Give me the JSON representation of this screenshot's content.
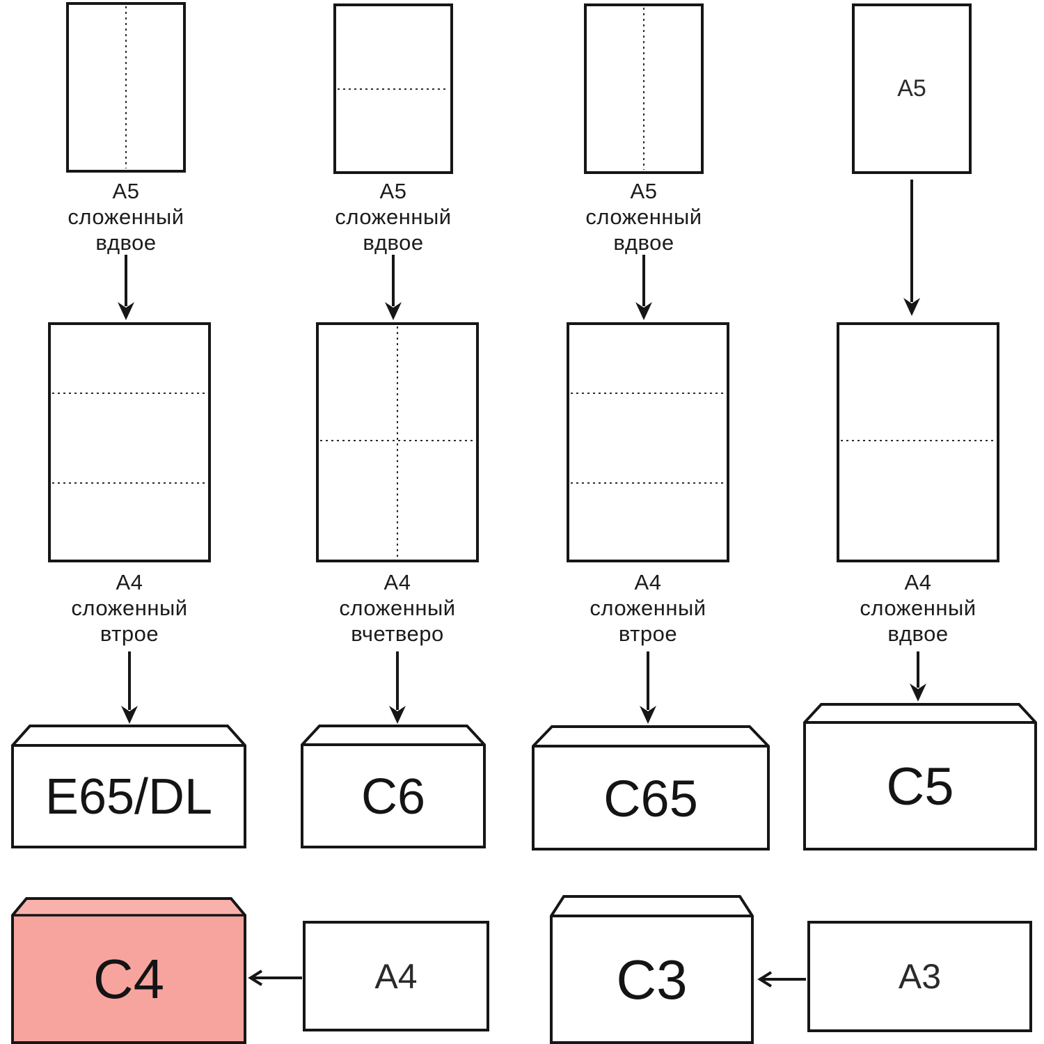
{
  "row1": {
    "sheets": [
      {
        "fold": "vertical-half",
        "label_lines": [
          "А5",
          "сложенный",
          "вдвое"
        ]
      },
      {
        "fold": "horizontal-half",
        "label_lines": [
          "А5",
          "сложенный",
          "вдвое"
        ]
      },
      {
        "fold": "vertical-half",
        "label_lines": [
          "А5",
          "сложенный",
          "вдвое"
        ]
      },
      {
        "fold": "none",
        "inner_label": "А5"
      }
    ]
  },
  "row2": {
    "sheets": [
      {
        "fold": "horizontal-thirds",
        "label_lines": [
          "А4",
          "сложенный",
          "втрое"
        ]
      },
      {
        "fold": "cross-quarters",
        "label_lines": [
          "А4",
          "сложенный",
          "вчетверо"
        ]
      },
      {
        "fold": "horizontal-thirds",
        "label_lines": [
          "А4",
          "сложенный",
          "втрое"
        ]
      },
      {
        "fold": "horizontal-half",
        "label_lines": [
          "А4",
          "сложенный",
          "вдвое"
        ]
      }
    ]
  },
  "envelopes": [
    {
      "label": "E65/DL",
      "highlighted": false
    },
    {
      "label": "C6",
      "highlighted": false
    },
    {
      "label": "C65",
      "highlighted": false
    },
    {
      "label": "C5",
      "highlighted": false
    },
    {
      "label": "C4",
      "highlighted": true
    },
    {
      "label": "C3",
      "highlighted": false
    }
  ],
  "bottom_sheets": [
    {
      "label": "А4"
    },
    {
      "label": "А3"
    }
  ],
  "colors": {
    "line": "#161616",
    "envelope_fill": "#ffffff",
    "c4_body_fill": "#f7a49f",
    "c4_flap_fill": "#f9b1ac",
    "background": "#ffffff"
  }
}
